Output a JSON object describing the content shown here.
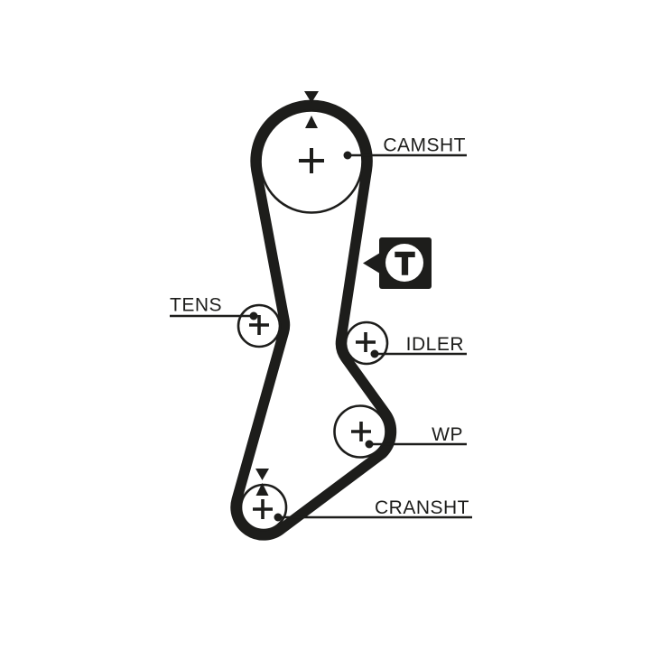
{
  "colors": {
    "ink": "#1d1d1b",
    "background": "#ffffff"
  },
  "labels": {
    "camshaft": "CAMSHT",
    "tensioner": "TENS",
    "idler": "IDLER",
    "water_pump": "WP",
    "crankshaft": "CRANSHT"
  },
  "direction_marker": {
    "letter": "T"
  }
}
